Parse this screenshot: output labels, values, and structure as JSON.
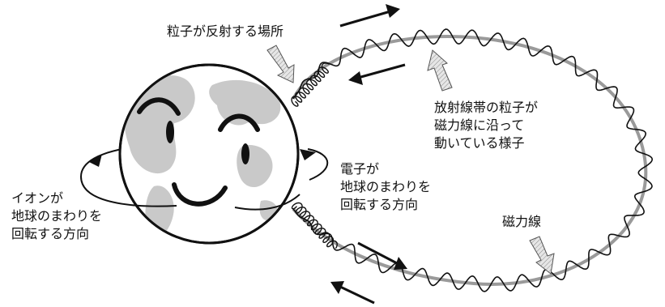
{
  "labels": {
    "reflection_point": "粒子が反射する場所",
    "belt_particles": [
      "放射線帯の粒子が",
      "磁力線に沿って",
      "動いている様子"
    ],
    "electron_direction": [
      "電子が",
      "地球のまわりを",
      "回転する方向"
    ],
    "ion_direction": [
      "イオンが",
      "地球のまわりを",
      "回転する方向"
    ],
    "field_line": "磁力線"
  },
  "colors": {
    "outline": "#111111",
    "field_line": "#9a9a9a",
    "land": "#c9c9c9",
    "hatch_arrow": "#cfcfcf"
  }
}
